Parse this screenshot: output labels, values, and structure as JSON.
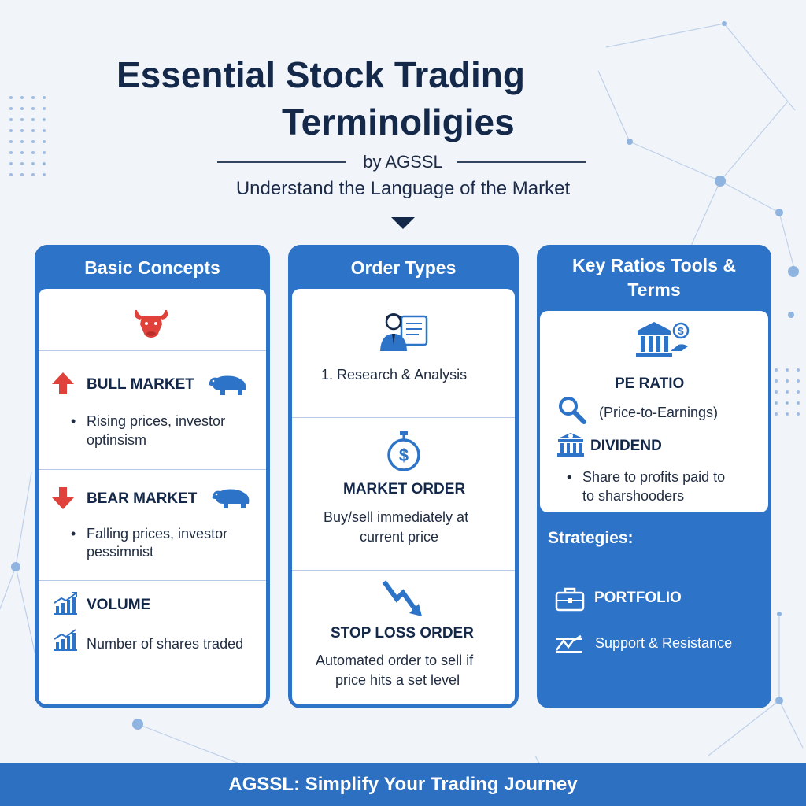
{
  "header": {
    "title_line1": "Essential Stock Trading",
    "title_line2": "Terminoligies",
    "byline": "by AGSSL",
    "subtitle": "Understand the Language of the Market"
  },
  "basic_concepts": {
    "title": "Basic Concepts",
    "bull": {
      "heading": "BULL MARKET",
      "line1": "Rising prices, investor",
      "line2": "optinsism"
    },
    "bear": {
      "heading": "BEAR MARKET",
      "line1": "Falling prices, investor",
      "line2": "pessimnist"
    },
    "volume": {
      "heading": "VOLUME",
      "desc": "Number of shares traded"
    }
  },
  "order_types": {
    "title": "Order Types",
    "research": "1. Research & Analysis",
    "market_order": {
      "heading": "MARKET ORDER",
      "line1": "Buy/sell immediately at",
      "line2": "current price"
    },
    "stop_loss": {
      "heading": "STOP LOSS ORDER",
      "line1": "Automated order to sell if",
      "line2": "price hits a set level"
    }
  },
  "key_ratios": {
    "title_line1": "Key Ratios Tools &",
    "title_line2": "Terms",
    "pe_ratio": "PE RATIO",
    "pe_desc": "(Price-to-Earnings)",
    "dividend": "DIVIDEND",
    "dividend_line1": "Share to profits paid to",
    "dividend_line2": "to sharshooders",
    "strategies_title": "Strategies:",
    "portfolio": "PORTFOLIO",
    "support": "Support & Resistance"
  },
  "footer": {
    "text": "AGSSL: Simplify Your Trading Journey"
  },
  "colors": {
    "primary_blue": "#2d73c8",
    "navy": "#14284a",
    "red": "#e0413a",
    "background": "#f1f4f9"
  }
}
